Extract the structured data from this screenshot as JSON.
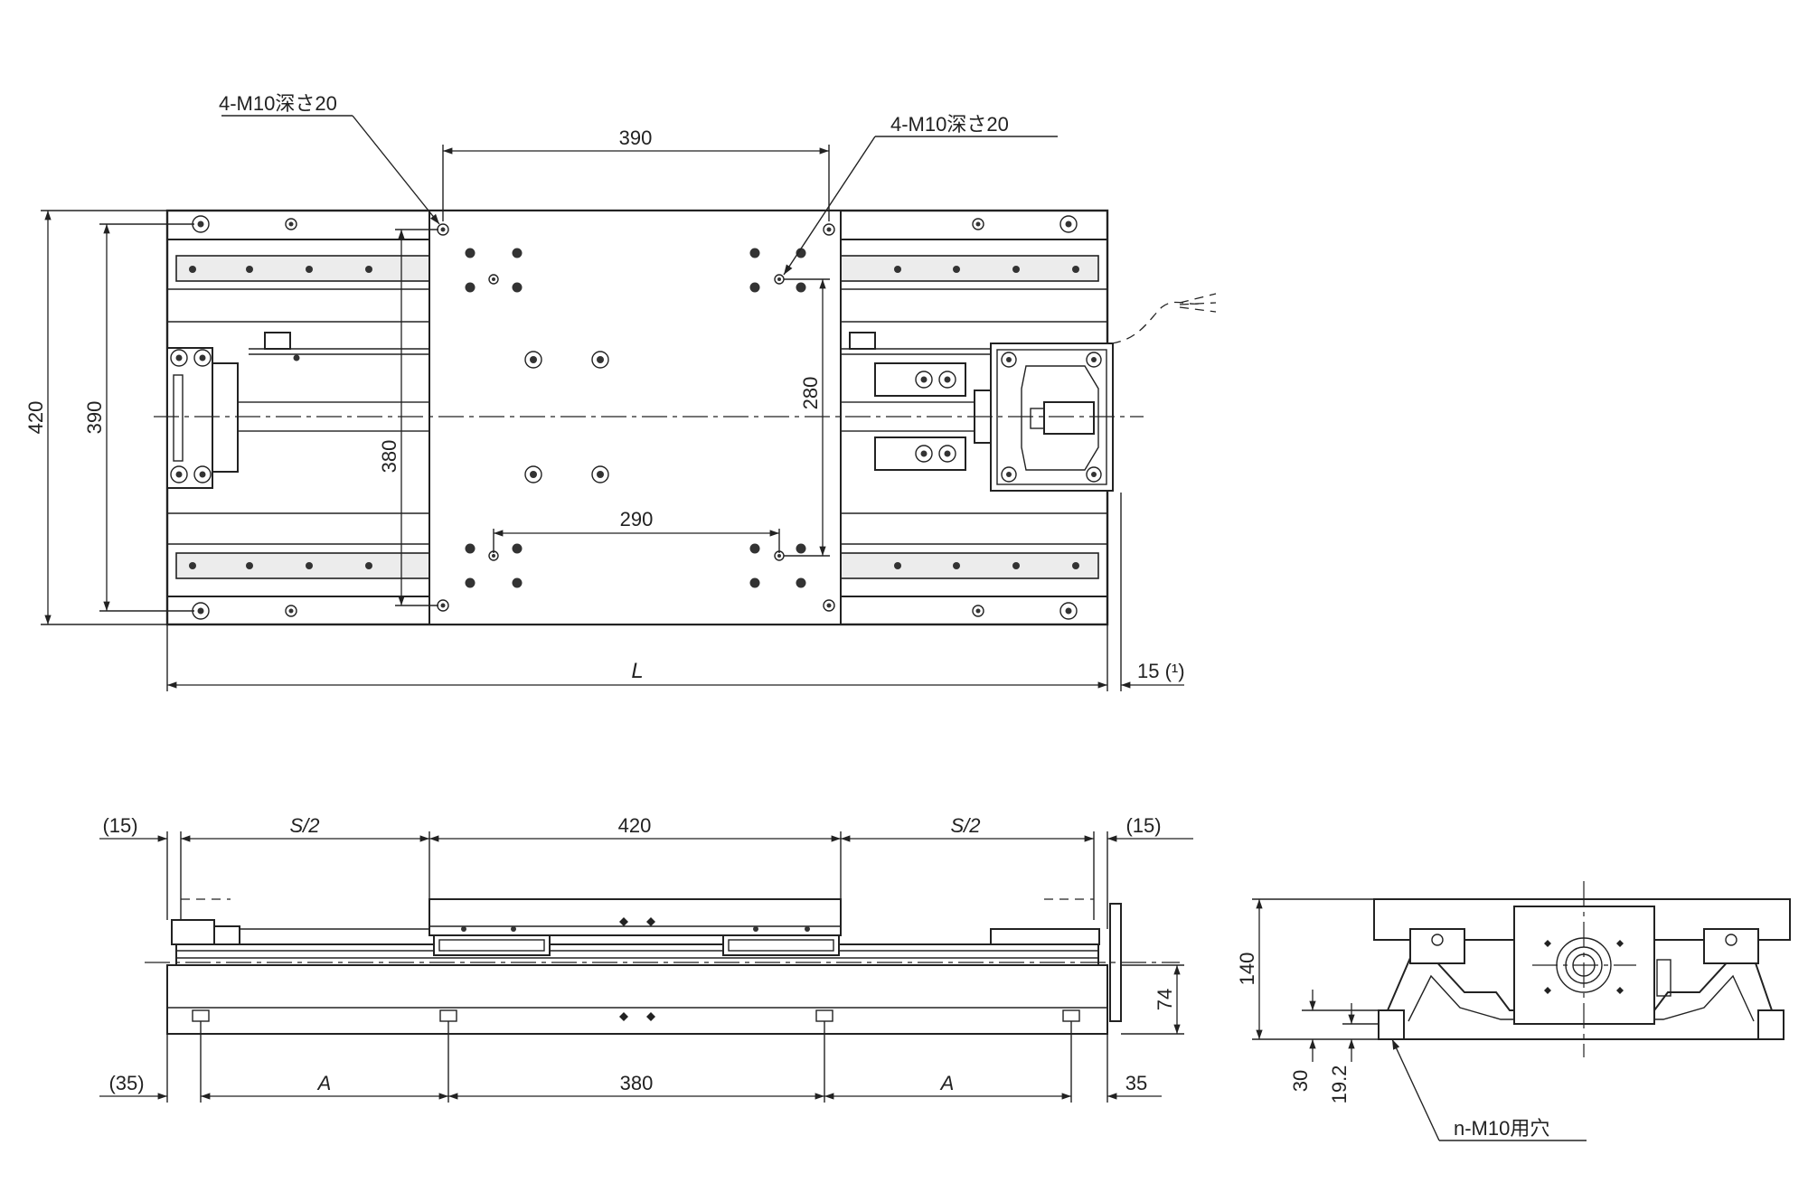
{
  "top_view": {
    "tap_note_left": "4-M10深さ20",
    "tap_note_right": "4-M10深さ20",
    "dim_390_top": "390",
    "dim_420_left": "420",
    "dim_390_left": "390",
    "dim_380": "380",
    "dim_280": "280",
    "dim_290": "290",
    "dim_L": "L",
    "dim_15_note": "15 (¹)"
  },
  "front_view": {
    "dim_15_left": "(15)",
    "dim_S2_left": "S/2",
    "dim_420": "420",
    "dim_S2_right": "S/2",
    "dim_15_right": "(15)",
    "dim_74": "74",
    "dim_35_left": "(35)",
    "dim_A_left": "A",
    "dim_380": "380",
    "dim_A_right": "A",
    "dim_35_right": "35"
  },
  "side_view": {
    "dim_140": "140",
    "dim_30": "30",
    "dim_19_2": "19.2",
    "hole_note": "n-M10用穴"
  }
}
